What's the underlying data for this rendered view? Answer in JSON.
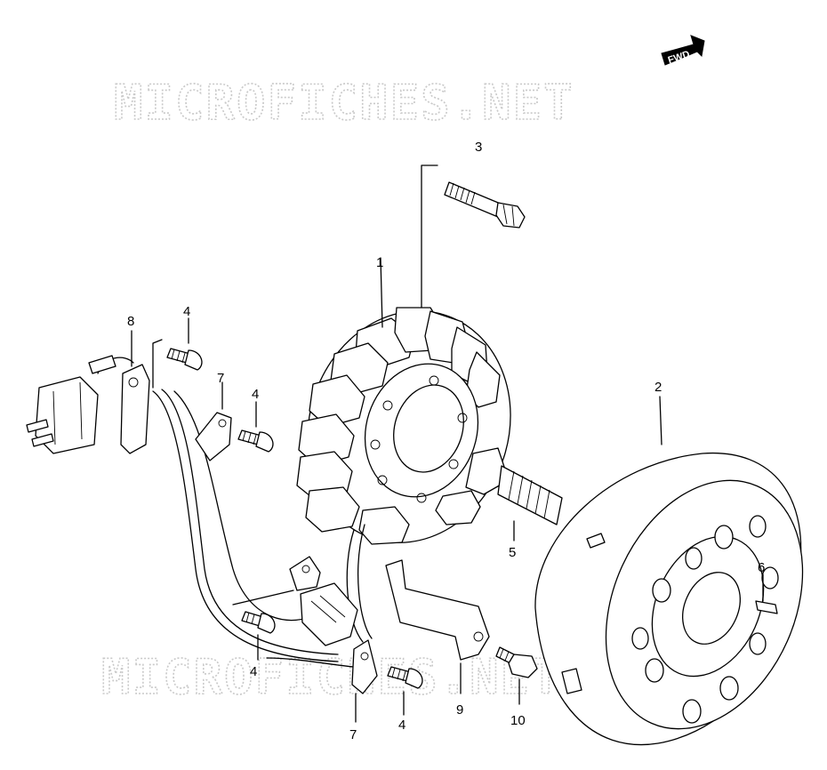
{
  "watermark": {
    "top": "MICROFICHES.NET",
    "bottom": "MICROFICHES.NET"
  },
  "direction_badge": {
    "label": "FWD"
  },
  "callouts": [
    {
      "id": "c1",
      "label": "1"
    },
    {
      "id": "c2",
      "label": "2"
    },
    {
      "id": "c3",
      "label": "3"
    },
    {
      "id": "c4a",
      "label": "4"
    },
    {
      "id": "c4b",
      "label": "4"
    },
    {
      "id": "c4c",
      "label": "4"
    },
    {
      "id": "c4d",
      "label": "4"
    },
    {
      "id": "c5",
      "label": "5"
    },
    {
      "id": "c6",
      "label": "6"
    },
    {
      "id": "c7a",
      "label": "7"
    },
    {
      "id": "c7b",
      "label": "7"
    },
    {
      "id": "c8",
      "label": "8"
    },
    {
      "id": "c9",
      "label": "9"
    },
    {
      "id": "c10",
      "label": "10"
    }
  ],
  "colors": {
    "line": "#000000",
    "watermark": "#c9c9c9",
    "background": "#ffffff"
  }
}
